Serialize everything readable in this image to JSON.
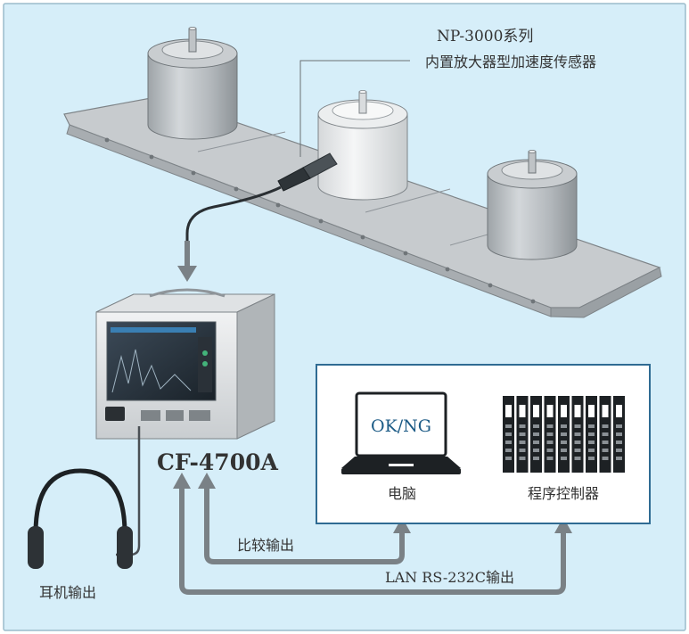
{
  "colors": {
    "background": "#d6eef9",
    "border": "#9cbccb",
    "arrow": "#7a8186",
    "conveyor": "#a6abb0",
    "sensor_body": "#b9bec2",
    "sensor_highlight": "#e2e5e7",
    "panel_border": "#2f6b93",
    "screen_text": "#1c5b86"
  },
  "sensor": {
    "series": "NP-3000系列",
    "description": "内置放大器型加速度传感器"
  },
  "device": {
    "model": "CF-4700A"
  },
  "outputs": {
    "headphones_label": "耳机输出",
    "comparison_label": "比较输出",
    "lan_label": "LAN RS-232C输出"
  },
  "targets": {
    "pc_screen_text": "OK/NG",
    "pc_label": "电脑",
    "plc_label": "程序控制器"
  }
}
